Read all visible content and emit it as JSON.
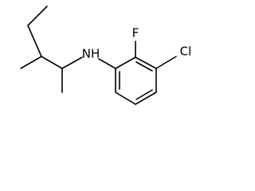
{
  "molecule": {
    "atoms": {
      "fluorine": "F",
      "chlorine": "Cl",
      "nitrogen_h": "NH"
    },
    "colors": {
      "bond": "#000000",
      "label": "#000000",
      "background": "#ffffff"
    }
  }
}
